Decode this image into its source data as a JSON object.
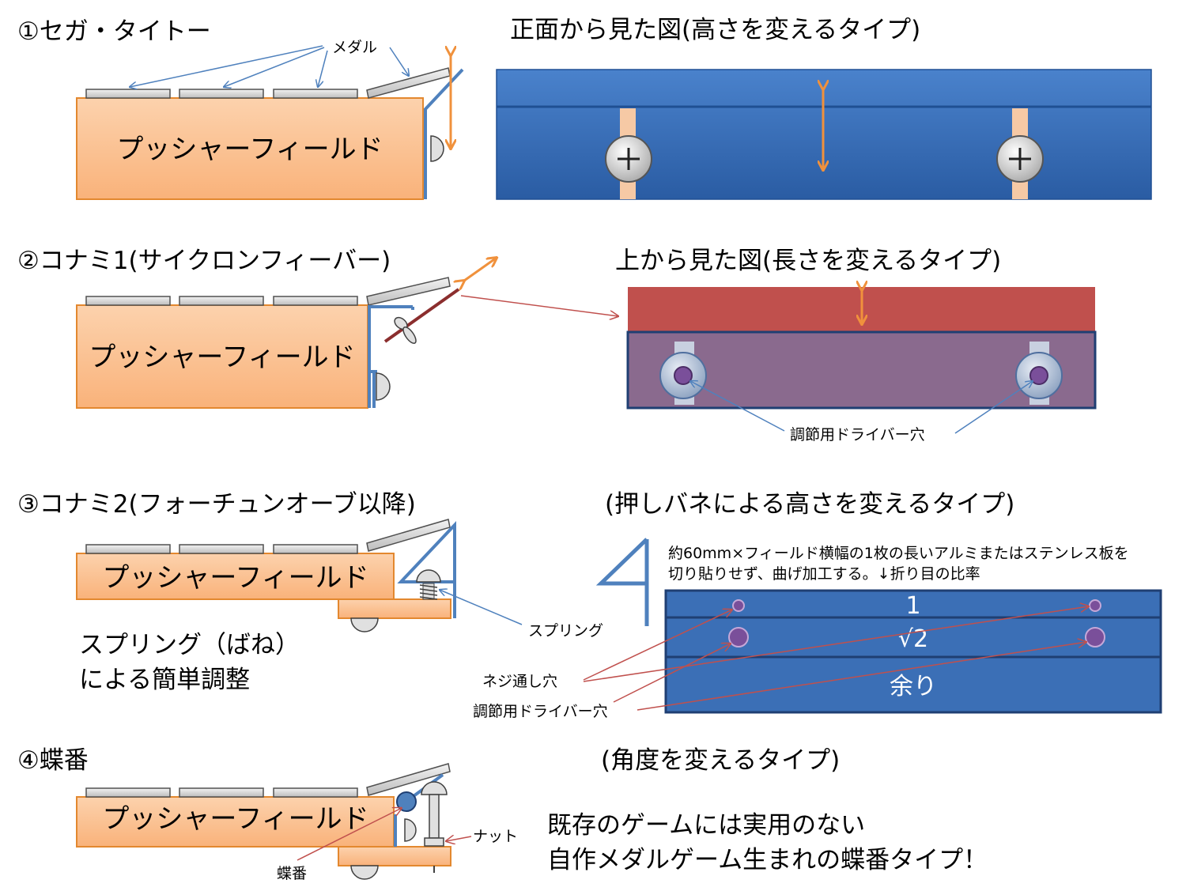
{
  "colors": {
    "field_fill": "#fbc08f",
    "field_stroke": "#e3882f",
    "medal_fill": "#dcdcdc",
    "medal_stroke": "#505050",
    "blue_plate": "#3b6fb6",
    "blue_dark": "#1f4f93",
    "red_plate": "#c0504d",
    "purple_plate": "#8a6a8e",
    "orange_arrow": "#f0913c",
    "leader_blue": "#4f81bd",
    "leader_red": "#c0504d",
    "slot": "#f6c9a5"
  },
  "section1": {
    "title": "①セガ・タイトー",
    "field_label": "プッシャーフィールド",
    "medal_label": "メダル",
    "side_title": "正面から見た図(高さを変えるタイプ)"
  },
  "section2": {
    "title": "②コナミ1(サイクロンフィーバー)",
    "field_label": "プッシャーフィールド",
    "side_title": "上から見た図(長さを変えるタイプ)",
    "driver_hole_label": "調節用ドライバー穴"
  },
  "section3": {
    "title": "③コナミ2(フォーチュンオーブ以降)",
    "field_label": "プッシャーフィールド",
    "side_title": "(押しバネによる高さを変えるタイプ)",
    "spring_label": "スプリング",
    "desc_line1": "スプリング（ばね）",
    "desc_line2": "による簡単調整",
    "note_line1": "約60mm×フィールド横幅の1枚の長いアルミまたはステンレス板を",
    "note_line2": "切り貼りせず、曲げ加工する。↓折り目の比率",
    "band1": "1",
    "band2": "√2",
    "band3": "余り",
    "screw_hole_label": "ネジ通し穴",
    "driver_hole_label": "調節用ドライバー穴"
  },
  "section4": {
    "title": "④蝶番",
    "field_label": "プッシャーフィールド",
    "side_title": "(角度を変えるタイプ)",
    "nut_label": "ナット",
    "hinge_label": "蝶番",
    "desc_line1": "既存のゲームには実用のない",
    "desc_line2": "自作メダルゲーム生まれの蝶番タイプ！"
  }
}
